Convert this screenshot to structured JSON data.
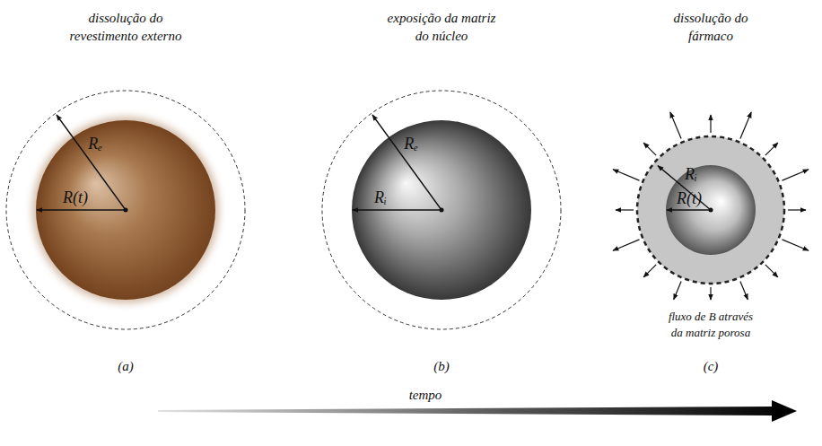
{
  "diagram": {
    "labels": [
      "dissolução do revestimento externo",
      "exposição da matriz do núcleo",
      "dissolução do fármaco",
      "Rₑ",
      "R(t)",
      "Rₑ",
      "Rᵢ",
      "Rᵢ",
      "R(t)",
      "fluxo de B através da matriz porosa",
      "(a)",
      "(b)",
      "(c)",
      "tempo"
    ]
  }
}
